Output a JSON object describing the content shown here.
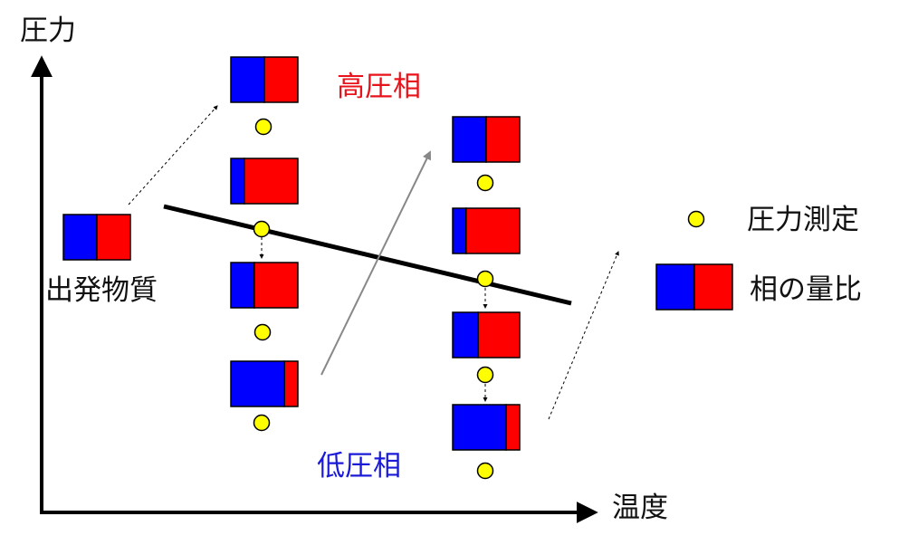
{
  "labels": {
    "y_axis": "圧力",
    "x_axis": "温度",
    "starting_material": "出発物質",
    "high_pressure_phase": "高圧相",
    "low_pressure_phase": "低圧相",
    "legend_pressure_measurement": "圧力測定",
    "legend_phase_ratio": "相の量比"
  },
  "colors": {
    "blue_phase": "#0000ff",
    "red_phase": "#ff0000",
    "measurement_dot": "#ffff00",
    "boundary_line": "#000000",
    "arrow_gray": "#888888",
    "high_label": "#e8121a",
    "low_label": "#1a1ad8"
  },
  "phase_ratios": {
    "starting_material": 0.5,
    "run1": [
      0.5,
      0.2,
      0.35,
      0.8
    ],
    "run2": [
      0.5,
      0.2,
      0.38,
      0.8
    ],
    "legend": 0.5
  }
}
